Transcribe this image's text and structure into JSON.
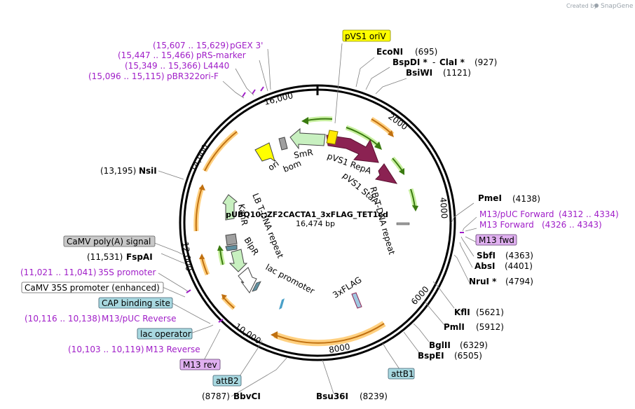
{
  "credit": {
    "prefix": "Created by",
    "brand": "SnapGene"
  },
  "plasmid": {
    "name": "pUBQ10::ZF2CACTA1_3xFLAG_TET1cd",
    "size": "16,474 bp"
  },
  "ruler": [
    "16,000",
    "2000",
    "4000",
    "6000",
    "8000",
    "10,000",
    "12,000",
    "14,000"
  ],
  "sites": {
    "econi": {
      "name": "EcoNI",
      "pos": "(695)"
    },
    "bspdi": {
      "name": "BspDI *",
      "sep": "-",
      "name2": "ClaI *",
      "pos": "(927)"
    },
    "bsiwi": {
      "name": "BsiWI",
      "pos": "(1121)"
    },
    "pmei": {
      "name": "PmeI",
      "pos": "(4138)"
    },
    "sbfi": {
      "name": "SbfI",
      "pos": "(4363)"
    },
    "absi": {
      "name": "AbsI",
      "pos": "(4401)"
    },
    "nrui": {
      "name": "NruI *",
      "pos": "(4794)"
    },
    "kfli": {
      "name": "KflI",
      "pos": "(5621)"
    },
    "pmli": {
      "name": "PmlI",
      "pos": "(5912)"
    },
    "bglii": {
      "name": "BglII",
      "pos": "(6329)"
    },
    "bspei": {
      "name": "BspEI",
      "pos": "(6505)"
    },
    "bsu36i": {
      "name": "Bsu36I",
      "pos": "(8239)"
    },
    "bbvci": {
      "name": "BbvCI",
      "pos": "(8787)"
    },
    "fspai": {
      "name": "FspAI",
      "pos": "(11,531)"
    },
    "nsii": {
      "name": "NsiI",
      "pos": "(13,195)"
    }
  },
  "primers": {
    "pgex3": {
      "name": "pGEX 3'",
      "range": "(15,607 .. 15,629)"
    },
    "prs": {
      "name": "pRS-marker",
      "range": "(15,447 .. 15,466)"
    },
    "l4440": {
      "name": "L4440",
      "range": "(15,349 .. 15,366)"
    },
    "pbr322": {
      "name": "pBR322ori-F",
      "range": "(15,096 .. 15,115)"
    },
    "m13puc_fwd": {
      "name": "M13/pUC Forward",
      "range": "(4312 .. 4334)"
    },
    "m13_fwd_p": {
      "name": "M13 Forward",
      "range": "(4326 .. 4343)"
    },
    "p35s": {
      "name": "35S promoter",
      "range": "(11,021 .. 11,041)"
    },
    "m13puc_rev": {
      "name": "M13/pUC Reverse",
      "range": "(10,116 .. 10,138)"
    },
    "m13_rev_p": {
      "name": "M13 Reverse",
      "range": "(10,103 .. 10,119)"
    }
  },
  "boxes": {
    "pvs1_oriv": "pVS1 oriV",
    "m13_fwd": "M13 fwd",
    "camva": "CaMV poly(A) signal",
    "camv35s": "CaMV 35S promoter (enhanced)",
    "cap": "CAP binding site",
    "lacop": "lac operator",
    "m13rev": "M13 rev",
    "attb2": "attB2",
    "attb1": "attB1"
  },
  "features": {
    "ori": "ori",
    "bom": "bom",
    "smr": "SmR",
    "pvs1_repa": "pVS1 RepA",
    "pvs1_staa": "pVS1 StaA",
    "rb": "RB T-DNA repeat",
    "lb": "LB T-DNA repeat",
    "kanr": "KanR",
    "bipr": "BlpR",
    "lac_promoter": "lac promoter",
    "flag": "3xFLAG"
  },
  "colors": {
    "box_yellow": "#ffff00",
    "box_purple": "#e0b0f0",
    "box_gray": "#c8c8c8",
    "box_blue": "#a8d8e0",
    "primer": "#a01ec8",
    "orange": "#f0a030",
    "green": "#70c030",
    "maroon": "#8b2252",
    "light_green": "#c8f0c0"
  }
}
